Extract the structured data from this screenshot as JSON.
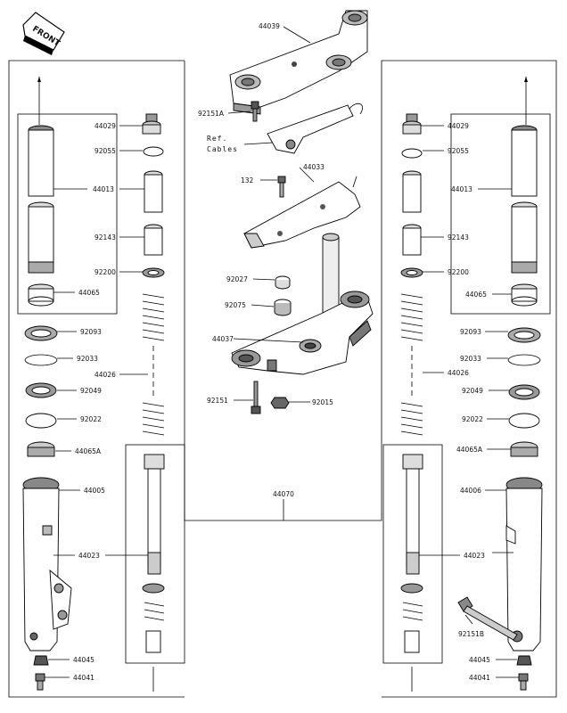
{
  "front_marker": "FRONT",
  "ref_cables": [
    "Ref.",
    "Cables"
  ],
  "labels": {
    "top_bracket": "44039",
    "bolt_top": "92151A",
    "bolt_132": "132",
    "cable_guide": "44033",
    "washer_92027": "92027",
    "collar_92075": "92075",
    "stem": "44037",
    "bolt_stem": "92151",
    "nut_92015": "92015",
    "fork_assy": "44070",
    "l_cap": "44029",
    "l_oring": "92055",
    "l_tube": "44013",
    "l_pipe": "92143",
    "l_washer": "92200",
    "l_bush": "44065",
    "l_spring": "44026",
    "l_seal": "92093",
    "l_clip": "92033",
    "l_oilseal": "92049",
    "l_ring": "92022",
    "l_bush_a": "44065A",
    "l_outer": "44005",
    "l_cyl": "44023",
    "l_nut": "44045",
    "l_bolt": "44041",
    "r_cap": "44029",
    "r_oring": "92055",
    "r_tube": "44013",
    "r_pipe": "92143",
    "r_washer": "92200",
    "r_bush": "44065",
    "r_spring": "44026",
    "r_seal": "92093",
    "r_clip": "92033",
    "r_oilseal": "92049",
    "r_ring": "92022",
    "r_bush_a": "44065A",
    "r_outer": "44006",
    "r_cyl": "44023",
    "r_bolt_b": "92151B",
    "r_nut": "44045",
    "r_bolt": "44041"
  }
}
